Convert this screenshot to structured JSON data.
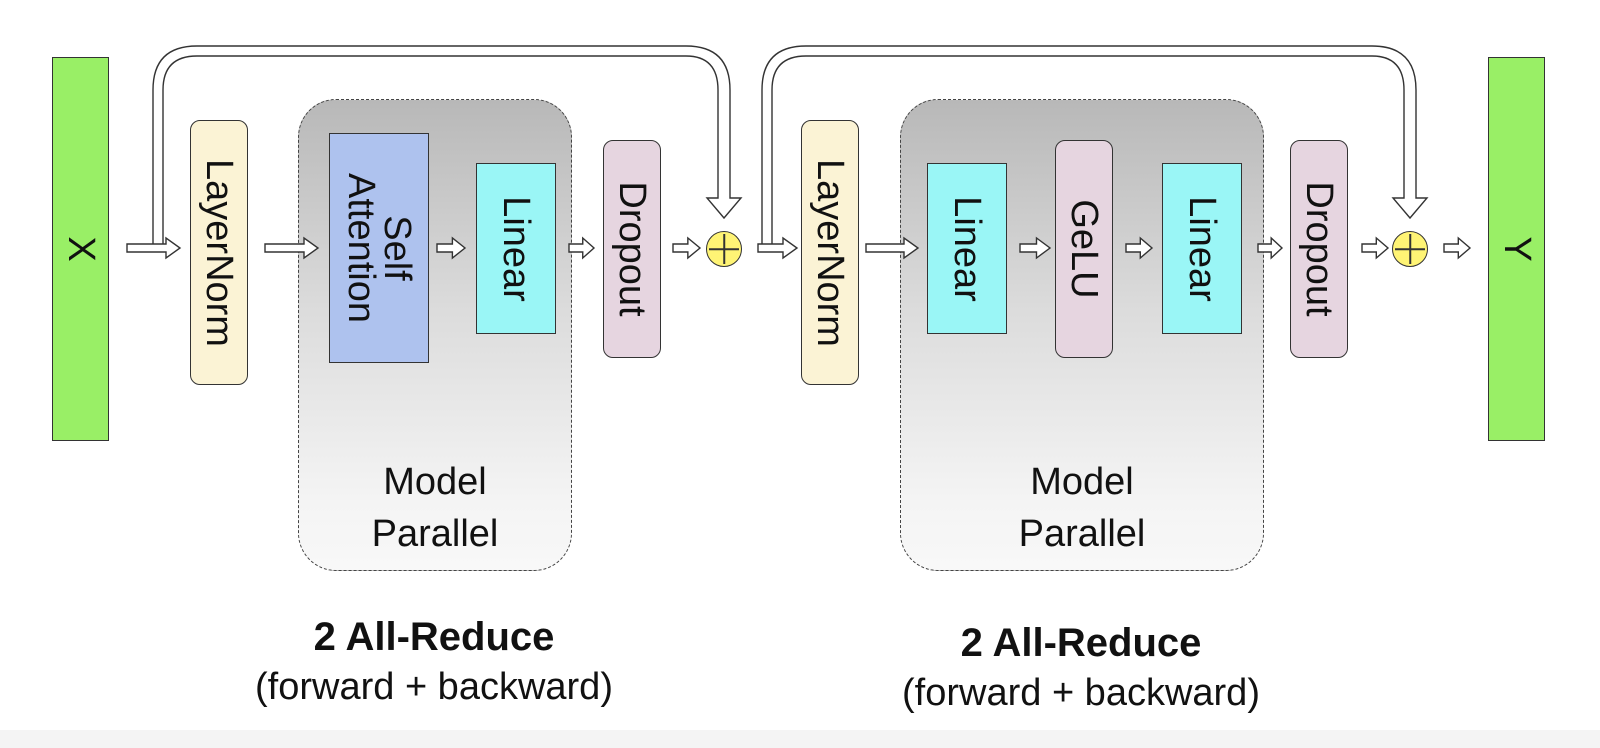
{
  "input": {
    "label": "X"
  },
  "output": {
    "label": "Y"
  },
  "attention_block": {
    "layernorm": "LayerNorm",
    "self_attention": [
      "Self",
      "Attention"
    ],
    "linear": "Linear",
    "dropout": "Dropout",
    "region_label": [
      "Model",
      "Parallel"
    ],
    "caption_title": "2 All-Reduce",
    "caption_sub": "(forward + backward)"
  },
  "mlp_block": {
    "layernorm": "LayerNorm",
    "linear_1": "Linear",
    "gelu": "GeLU",
    "linear_2": "Linear",
    "dropout": "Dropout",
    "region_label": [
      "Model",
      "Parallel"
    ],
    "caption_title": "2 All-Reduce",
    "caption_sub": "(forward + backward)"
  },
  "colors": {
    "io": "#99ef66",
    "layernorm": "#fbf3d5",
    "attention": "#aec2ee",
    "linear": "#9af6f6",
    "dropout": "#e6d5e0",
    "add": "#fff475"
  },
  "icons": {
    "add": "circle-plus-icon",
    "arrow": "hollow-right-arrow-icon",
    "skip": "hollow-skip-arrow-icon"
  }
}
